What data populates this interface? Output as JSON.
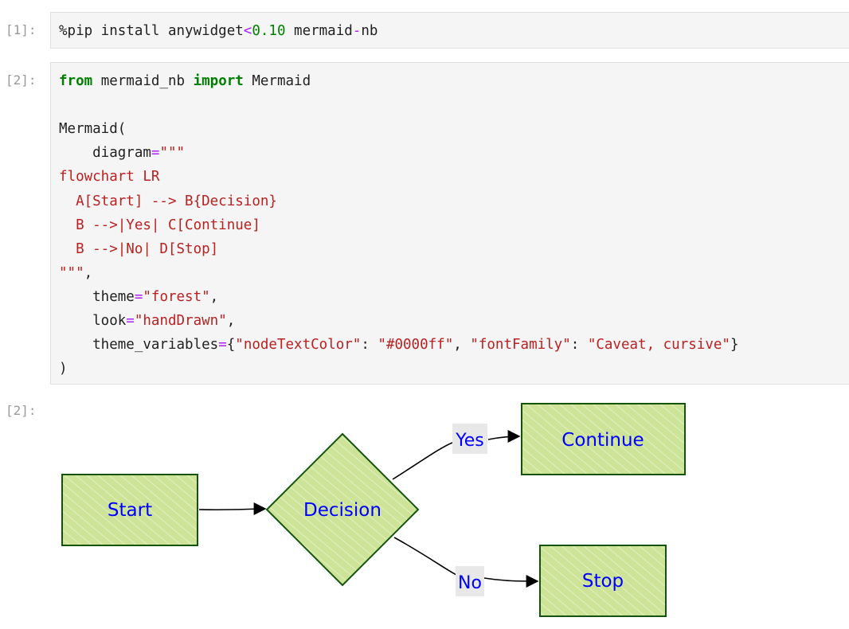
{
  "cells": [
    {
      "prompt": "[1]:",
      "tokens": [
        {
          "t": "%pip install anywidget",
          "c": ""
        },
        {
          "t": "<",
          "c": "op"
        },
        {
          "t": "0.10",
          "c": "num"
        },
        {
          "t": " mermaid",
          "c": ""
        },
        {
          "t": "-",
          "c": "op"
        },
        {
          "t": "nb",
          "c": ""
        }
      ]
    },
    {
      "prompt": "[2]:",
      "lines": [
        [
          {
            "t": "from",
            "c": "kw"
          },
          {
            "t": " mermaid_nb ",
            "c": ""
          },
          {
            "t": "import",
            "c": "kw"
          },
          {
            "t": " Mermaid",
            "c": ""
          }
        ],
        [],
        [
          {
            "t": "Mermaid(",
            "c": ""
          }
        ],
        [
          {
            "t": "    diagram",
            "c": ""
          },
          {
            "t": "=",
            "c": "op"
          },
          {
            "t": "\"\"\"",
            "c": "str"
          }
        ],
        [
          {
            "t": "flowchart LR",
            "c": "str"
          }
        ],
        [
          {
            "t": "  A[Start] --> B{Decision}",
            "c": "str"
          }
        ],
        [
          {
            "t": "  B -->|Yes| C[Continue]",
            "c": "str"
          }
        ],
        [
          {
            "t": "  B -->|No| D[Stop]",
            "c": "str"
          }
        ],
        [
          {
            "t": "\"\"\"",
            "c": "str"
          },
          {
            "t": ",",
            "c": ""
          }
        ],
        [
          {
            "t": "    theme",
            "c": ""
          },
          {
            "t": "=",
            "c": "op"
          },
          {
            "t": "\"forest\"",
            "c": "str"
          },
          {
            "t": ",",
            "c": ""
          }
        ],
        [
          {
            "t": "    look",
            "c": ""
          },
          {
            "t": "=",
            "c": "op"
          },
          {
            "t": "\"handDrawn\"",
            "c": "str"
          },
          {
            "t": ",",
            "c": ""
          }
        ],
        [
          {
            "t": "    theme_variables",
            "c": ""
          },
          {
            "t": "=",
            "c": "op"
          },
          {
            "t": "{",
            "c": ""
          },
          {
            "t": "\"nodeTextColor\"",
            "c": "str"
          },
          {
            "t": ": ",
            "c": ""
          },
          {
            "t": "\"#0000ff\"",
            "c": "str"
          },
          {
            "t": ", ",
            "c": ""
          },
          {
            "t": "\"fontFamily\"",
            "c": "str"
          },
          {
            "t": ": ",
            "c": ""
          },
          {
            "t": "\"Caveat, cursive\"",
            "c": "str"
          },
          {
            "t": "}",
            "c": ""
          }
        ],
        [
          {
            "t": ")",
            "c": ""
          }
        ]
      ]
    }
  ],
  "output": {
    "prompt": "[2]:",
    "nodes": {
      "start": "Start",
      "decision": "Decision",
      "continue": "Continue",
      "stop": "Stop"
    },
    "edge_labels": {
      "yes": "Yes",
      "no": "No"
    },
    "colors": {
      "node_fill": "#cde498",
      "node_stroke": "#13540c",
      "node_text": "#0000ff",
      "edge_label_bg": "#e8e8e8"
    }
  }
}
